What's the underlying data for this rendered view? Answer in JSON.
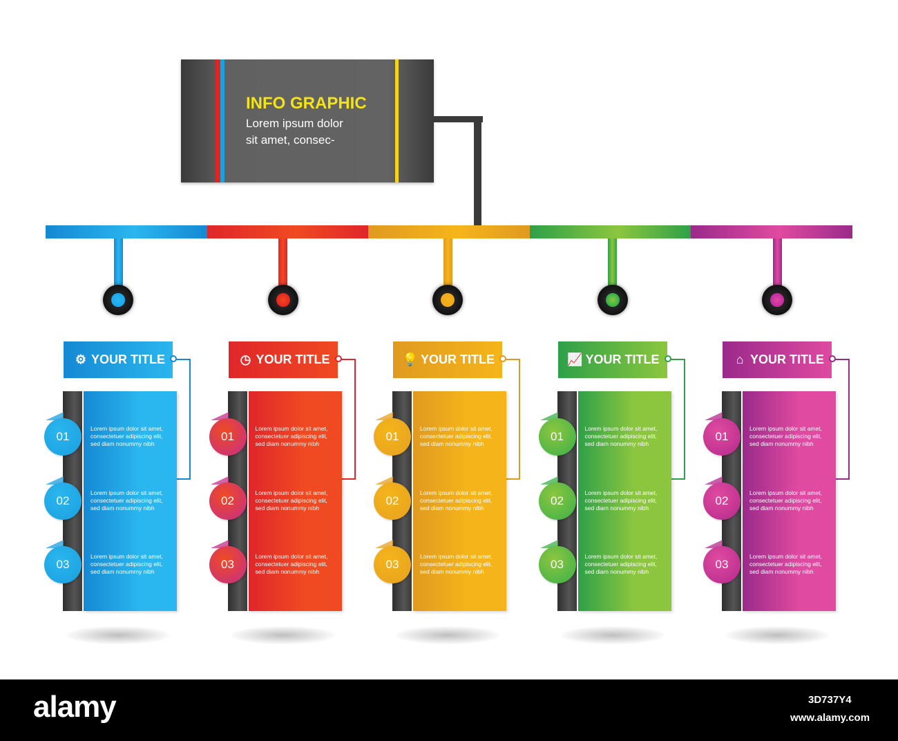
{
  "header": {
    "title": "INFO GRAPHIC",
    "line1": "Lorem ipsum dolor",
    "line2": "sit amet, consec-",
    "title_color": "#f3e31b",
    "stripe_colors": [
      "#e52421",
      "#1aa0e0",
      "#f3d31b"
    ]
  },
  "columns": [
    {
      "title": "YOUR TITLE",
      "icon": "gear-icon",
      "glyph": "⚙",
      "color_light": "#2ab6ee",
      "color_dark": "#1589d4",
      "node_color": "#1aa8f0",
      "badge_color": "#1b9fe0",
      "steps": [
        {
          "num": "01",
          "text": "Lorem ipsum dolor sit amet, consectetuer adipiscing elit, sed diam nonummy nibh"
        },
        {
          "num": "02",
          "text": "Lorem ipsum dolor sit amet, consectetuer adipiscing elit, sed diam nonummy nibh"
        },
        {
          "num": "03",
          "text": "Lorem ipsum dolor sit amet, consectetuer adipiscing elit, sed diam nonummy nibh"
        }
      ]
    },
    {
      "title": "YOUR TITLE",
      "icon": "clock-icon",
      "glyph": "◷",
      "color_light": "#f04a22",
      "color_dark": "#e0262a",
      "node_color": "#e8241c",
      "badge_color": "#c42e8a",
      "steps": [
        {
          "num": "01",
          "text": "Lorem ipsum dolor sit amet, consectetuer adipiscing elit, sed diam nonummy nibh"
        },
        {
          "num": "02",
          "text": "Lorem ipsum dolor sit amet, consectetuer adipiscing elit, sed diam nonummy nibh"
        },
        {
          "num": "03",
          "text": "Lorem ipsum dolor sit amet, consectetuer adipiscing elit, sed diam nonummy nibh"
        }
      ]
    },
    {
      "title": "YOUR TITLE",
      "icon": "lightbulb-icon",
      "glyph": "💡",
      "color_light": "#f5b51a",
      "color_dark": "#e09a20",
      "node_color": "#f0a81a",
      "badge_color": "#e6a020",
      "steps": [
        {
          "num": "01",
          "text": "Lorem ipsum dolor sit amet, consectetuer adipiscing elit, sed diam nonummy nibh"
        },
        {
          "num": "02",
          "text": "Lorem ipsum dolor sit amet, consectetuer adipiscing elit, sed diam nonummy nibh"
        },
        {
          "num": "03",
          "text": "Lorem ipsum dolor sit amet, consectetuer adipiscing elit, sed diam nonummy nibh"
        }
      ]
    },
    {
      "title": "YOUR TITLE",
      "icon": "chart-icon",
      "glyph": "📈",
      "color_light": "#8cc63f",
      "color_dark": "#2ea048",
      "node_color": "#2eb04a",
      "badge_color": "#3ab04a",
      "steps": [
        {
          "num": "01",
          "text": "Lorem ipsum dolor sit amet, consectetuer adipiscing elit, sed diam nonummy nibh"
        },
        {
          "num": "02",
          "text": "Lorem ipsum dolor sit amet, consectetuer adipiscing elit, sed diam nonummy nibh"
        },
        {
          "num": "03",
          "text": "Lorem ipsum dolor sit amet, consectetuer adipiscing elit, sed diam nonummy nibh"
        }
      ]
    },
    {
      "title": "YOUR TITLE",
      "icon": "home-icon",
      "glyph": "⌂",
      "color_light": "#e04aa0",
      "color_dark": "#9a2a8a",
      "node_color": "#c02aa0",
      "badge_color": "#b42a8c",
      "steps": [
        {
          "num": "01",
          "text": "Lorem ipsum dolor sit amet, consectetuer adipiscing elit, sed diam nonummy nibh"
        },
        {
          "num": "02",
          "text": "Lorem ipsum dolor sit amet, consectetuer adipiscing elit, sed diam nonummy nibh"
        },
        {
          "num": "03",
          "text": "Lorem ipsum dolor sit amet, consectetuer adipiscing elit, sed diam nonummy nibh"
        }
      ]
    }
  ],
  "footer": {
    "logo": "alamy",
    "image_id": "3D737Y4",
    "url": "www.alamy.com"
  }
}
